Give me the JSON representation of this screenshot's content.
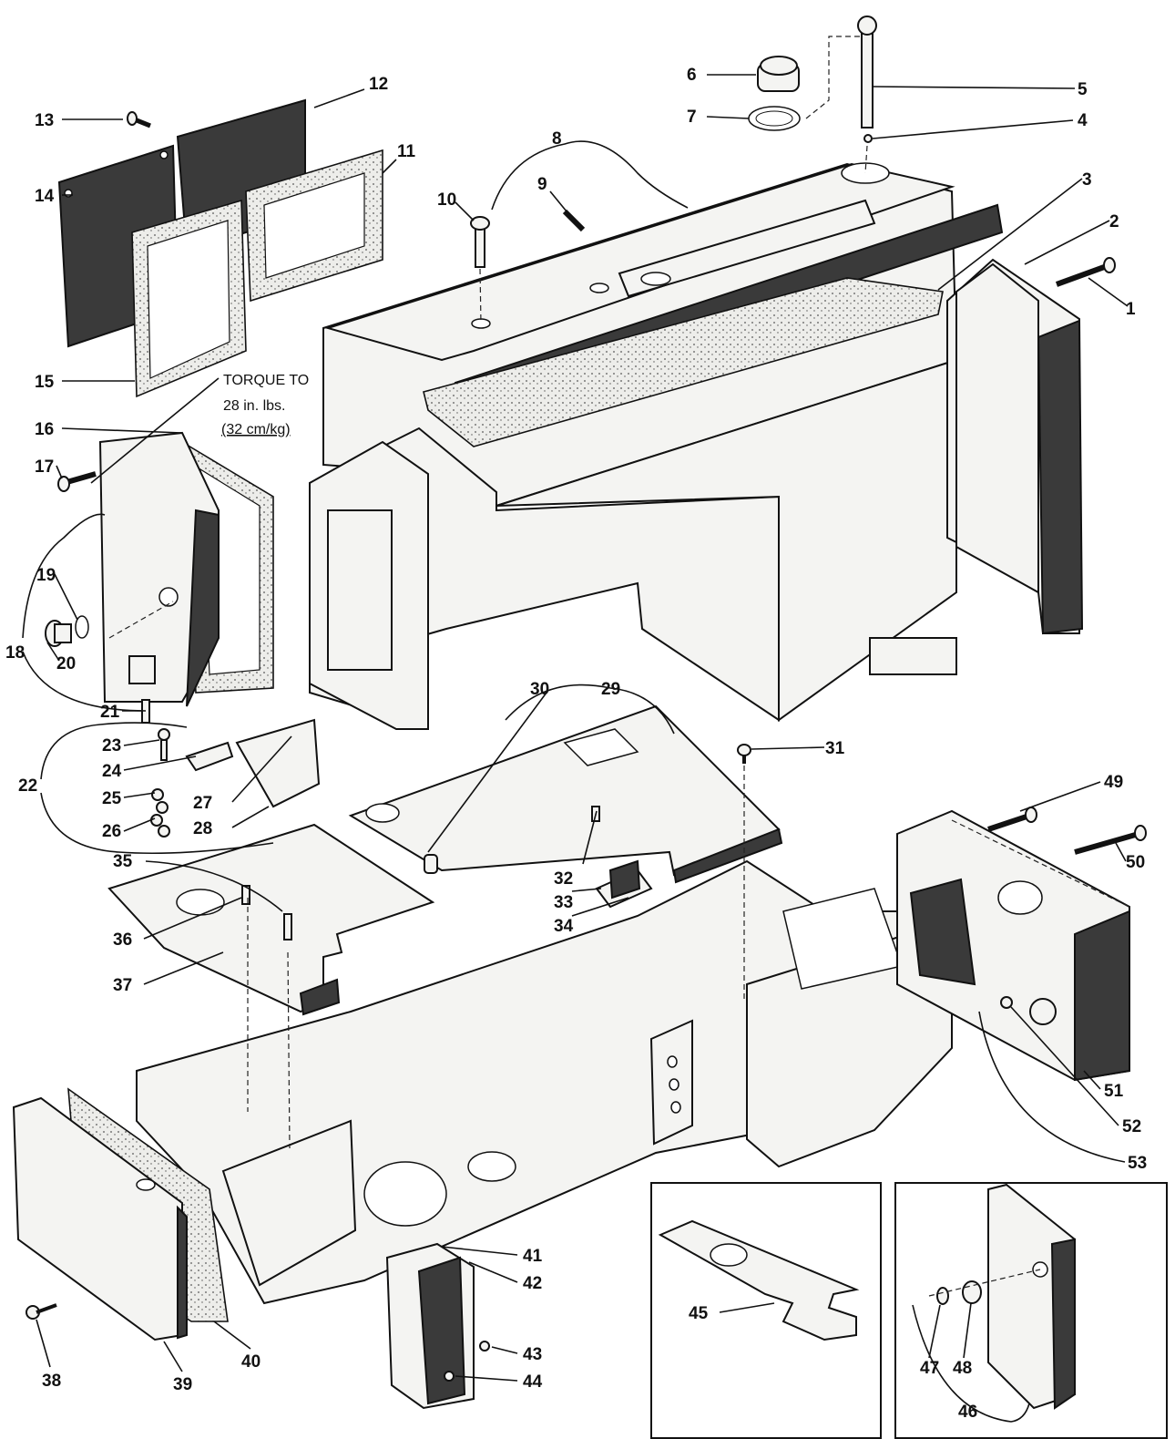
{
  "diagram": {
    "note": {
      "line1": "TORQUE TO",
      "line2": "28 in. lbs.",
      "line3": "(32 cm/kg)"
    },
    "labels": [
      "1",
      "2",
      "3",
      "4",
      "5",
      "6",
      "7",
      "8",
      "9",
      "10",
      "11",
      "12",
      "13",
      "14",
      "15",
      "16",
      "17",
      "18",
      "19",
      "20",
      "21",
      "22",
      "23",
      "24",
      "25",
      "26",
      "27",
      "28",
      "29",
      "30",
      "31",
      "32",
      "33",
      "34",
      "35",
      "36",
      "37",
      "38",
      "39",
      "40",
      "41",
      "42",
      "43",
      "44",
      "45",
      "46",
      "47",
      "48",
      "49",
      "50",
      "51",
      "52",
      "53"
    ]
  }
}
